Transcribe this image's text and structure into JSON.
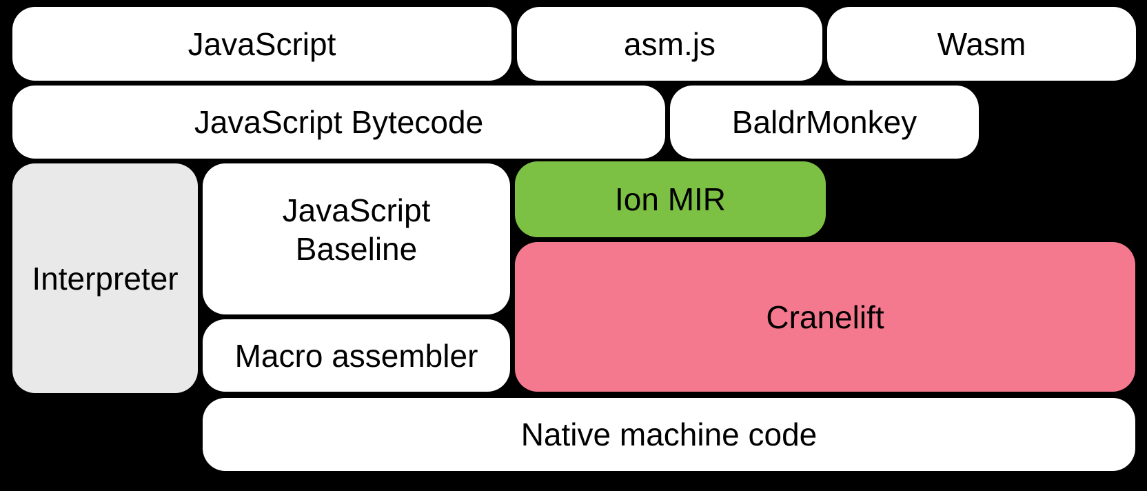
{
  "diagram": {
    "background_color": "#000000",
    "text_color": "#000000",
    "colors": {
      "default_box": "#ffffff",
      "interpreter_box": "#e9e9e9",
      "ion_mir_box": "#7cc143",
      "cranelift_box": "#f5798e"
    },
    "boxes": {
      "javascript": {
        "label": "JavaScript",
        "fill": "#ffffff"
      },
      "asmjs": {
        "label": "asm.js",
        "fill": "#ffffff"
      },
      "wasm": {
        "label": "Wasm",
        "fill": "#ffffff"
      },
      "bytecode": {
        "label": "JavaScript Bytecode",
        "fill": "#ffffff"
      },
      "baldrmonkey": {
        "label": "BaldrMonkey",
        "fill": "#ffffff"
      },
      "interpreter": {
        "label": "Interpreter",
        "fill": "#e9e9e9"
      },
      "baseline": {
        "label": "JavaScript Baseline",
        "lines": [
          "JavaScript",
          "Baseline"
        ],
        "fill": "#ffffff"
      },
      "ion_mir": {
        "label": "Ion MIR",
        "fill": "#7cc143"
      },
      "cranelift": {
        "label": "Cranelift",
        "fill": "#f5798e"
      },
      "macro_assembler": {
        "label": "Macro assembler",
        "fill": "#ffffff"
      },
      "native": {
        "label": "Native machine code",
        "fill": "#ffffff"
      }
    }
  }
}
